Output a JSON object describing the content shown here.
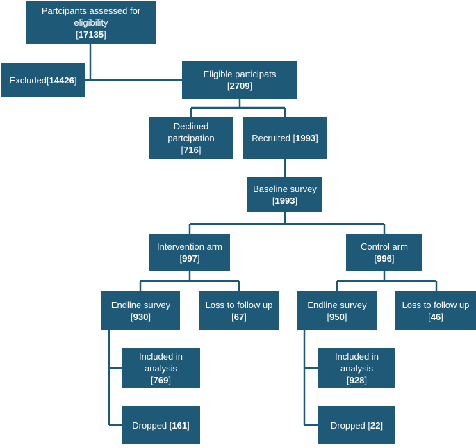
{
  "colors": {
    "box": "#1e5a78",
    "line": "#1e5a78",
    "text": "#ffffff"
  },
  "nodes": {
    "assessed": {
      "label": "Partcipants assessed for eligibility",
      "value": "17135"
    },
    "excluded": {
      "label": "Excluded",
      "value": "14426"
    },
    "eligible": {
      "label": "Eligible participats",
      "value": "2709"
    },
    "declined": {
      "label": "Declined partcipation",
      "value": "716"
    },
    "recruited": {
      "label": "Recruited",
      "value": "1993"
    },
    "baseline": {
      "label": "Baseline survey",
      "value": "1993"
    },
    "intervention": {
      "label": "Intervention arm",
      "value": "997"
    },
    "control": {
      "label": "Control arm",
      "value": "996"
    },
    "int_endline": {
      "label": "Endline survey",
      "value": "930"
    },
    "int_loss": {
      "label": "Loss to follow up",
      "value": "67"
    },
    "int_included": {
      "label": "Included in analysis",
      "value": "769"
    },
    "int_dropped": {
      "label": "Dropped",
      "value": "161"
    },
    "ctl_endline": {
      "label": "Endline survey",
      "value": "950"
    },
    "ctl_loss": {
      "label": "Loss to follow up",
      "value": "46"
    },
    "ctl_included": {
      "label": "Included in analysis",
      "value": "928"
    },
    "ctl_dropped": {
      "label": "Dropped",
      "value": "22"
    }
  }
}
